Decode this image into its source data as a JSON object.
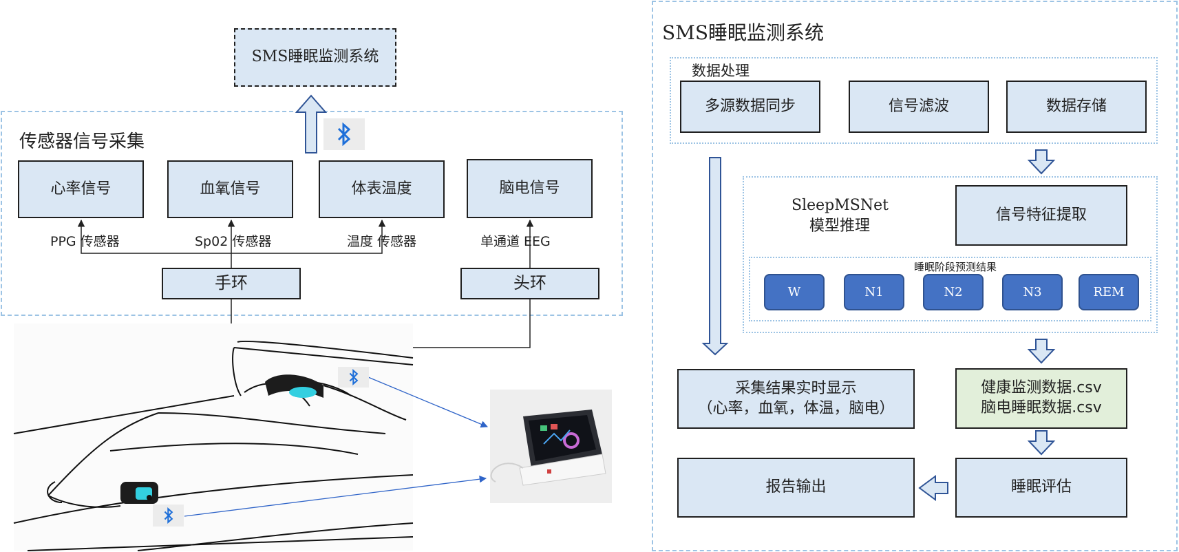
{
  "left": {
    "top_system": "SMS睡眠监测系统",
    "group_title": "传感器信号采集",
    "signals": [
      "心率信号",
      "血氧信号",
      "体表温度",
      "脑电信号"
    ],
    "sensor_labels": {
      "ppg": "PPG 传感器",
      "spo2": "Sp02 传感器",
      "temp": "温度 传感器",
      "eeg": "单通道 EEG"
    },
    "devices": {
      "wristband": "手环",
      "headband": "头环"
    }
  },
  "right": {
    "title": "SMS睡眠监测系统",
    "processing": {
      "title": "数据处理",
      "items": [
        "多源数据同步",
        "信号滤波",
        "数据存储"
      ]
    },
    "model": {
      "line1": "SleepMSNet",
      "line2": "模型推理",
      "feature": "信号特征提取",
      "stage_title": "睡眠阶段预测结果",
      "stages": [
        "W",
        "N1",
        "N2",
        "N3",
        "REM"
      ]
    },
    "realtime": {
      "line1": "采集结果实时显示",
      "line2": "（心率，血氧，体温，脑电）"
    },
    "files": {
      "line1": "健康监测数据.csv",
      "line2": "脑电睡眠数据.csv"
    },
    "report": "报告输出",
    "assessment": "睡眠评估"
  },
  "icons": {
    "bluetooth": "bluetooth-icon",
    "person": "sleeping-person-illustration",
    "tablet": "monitor-tablet-illustration"
  },
  "colors": {
    "box_fill": "#dae7f4",
    "stage_fill": "#4472c4",
    "file_fill": "#e2efda",
    "dashed_border": "#9cc3e4",
    "bluetooth_blue": "#1e6fd9"
  }
}
